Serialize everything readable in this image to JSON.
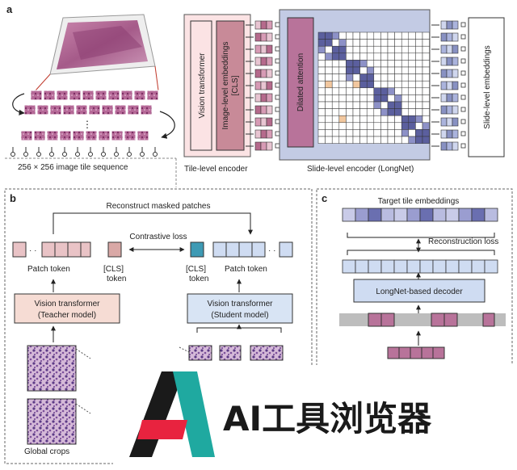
{
  "panels": {
    "a": "a",
    "b": "b",
    "c": "c"
  },
  "panel_a": {
    "tile_sequence_label": "256 × 256 image tile sequence",
    "vision_transformer": "Vision transformer",
    "image_embeddings": "Image-level embeddings",
    "cls": "[CLS]",
    "tile_encoder_label": "Tile-level encoder",
    "dilated_attention": "Dilated attention",
    "slide_embeddings": "Slide-level embeddings",
    "slide_encoder_label": "Slide-level encoder (LongNet)"
  },
  "panel_b": {
    "reconstruct": "Reconstruct masked patches",
    "contrastive": "Contrastive loss",
    "patch_token": "Patch token",
    "cls_token_line1": "[CLS]",
    "cls_token_line2": "token",
    "teacher_line1": "Vision transformer",
    "teacher_line2": "(Teacher model)",
    "student_line1": "Vision transformer",
    "student_line2": "(Student model)",
    "global_crops": "Global crops"
  },
  "panel_c": {
    "target": "Target tile embeddings",
    "reconstruction_loss": "Reconstruction loss",
    "decoder": "LongNet-based decoder"
  },
  "watermark": {
    "text": "AI工具浏览器"
  },
  "colors": {
    "tissue": "#b0588e",
    "tile_pink": "#e9c3c6",
    "tile_blue": "#cfdcf2",
    "teal": "#3e9ab4",
    "mauve": "#b8739a",
    "slide_panel": "#c3cbe4",
    "wm_teal": "#1fa9a0",
    "wm_red": "#e8233f"
  }
}
